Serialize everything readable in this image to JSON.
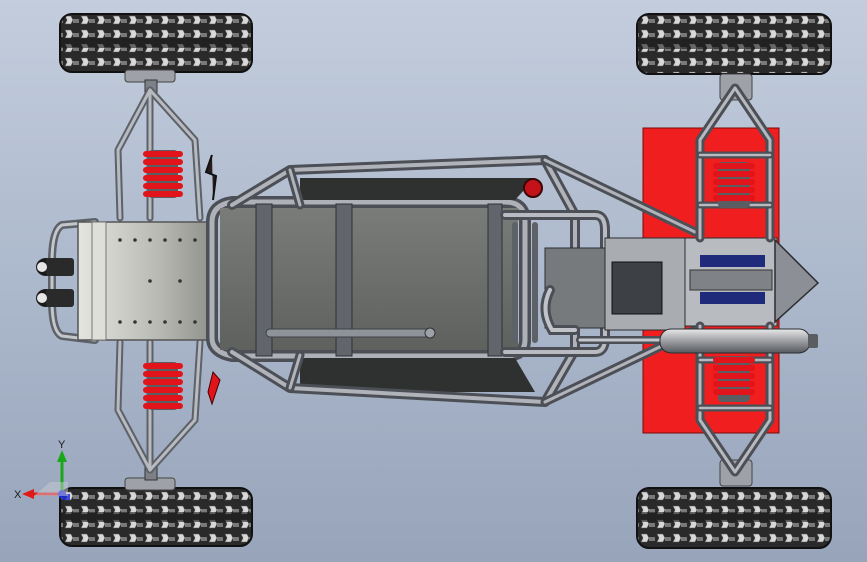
{
  "view": {
    "model": "buggy-frame-assembly",
    "orientation": "top"
  },
  "triad": {
    "x_label": "X",
    "y_label": "Y"
  },
  "colors": {
    "background": "#b4bfd1",
    "frame_tube": "#8e9299",
    "floor_panel": "#6f716f",
    "spring": "#e0141a",
    "rear_panel": "#f01e1e",
    "tire": "#2b2b2b",
    "axis_x": "#e01818",
    "axis_y": "#1aa81a",
    "axis_z": "#1a28d8"
  },
  "icons": [
    "triad-icon"
  ]
}
